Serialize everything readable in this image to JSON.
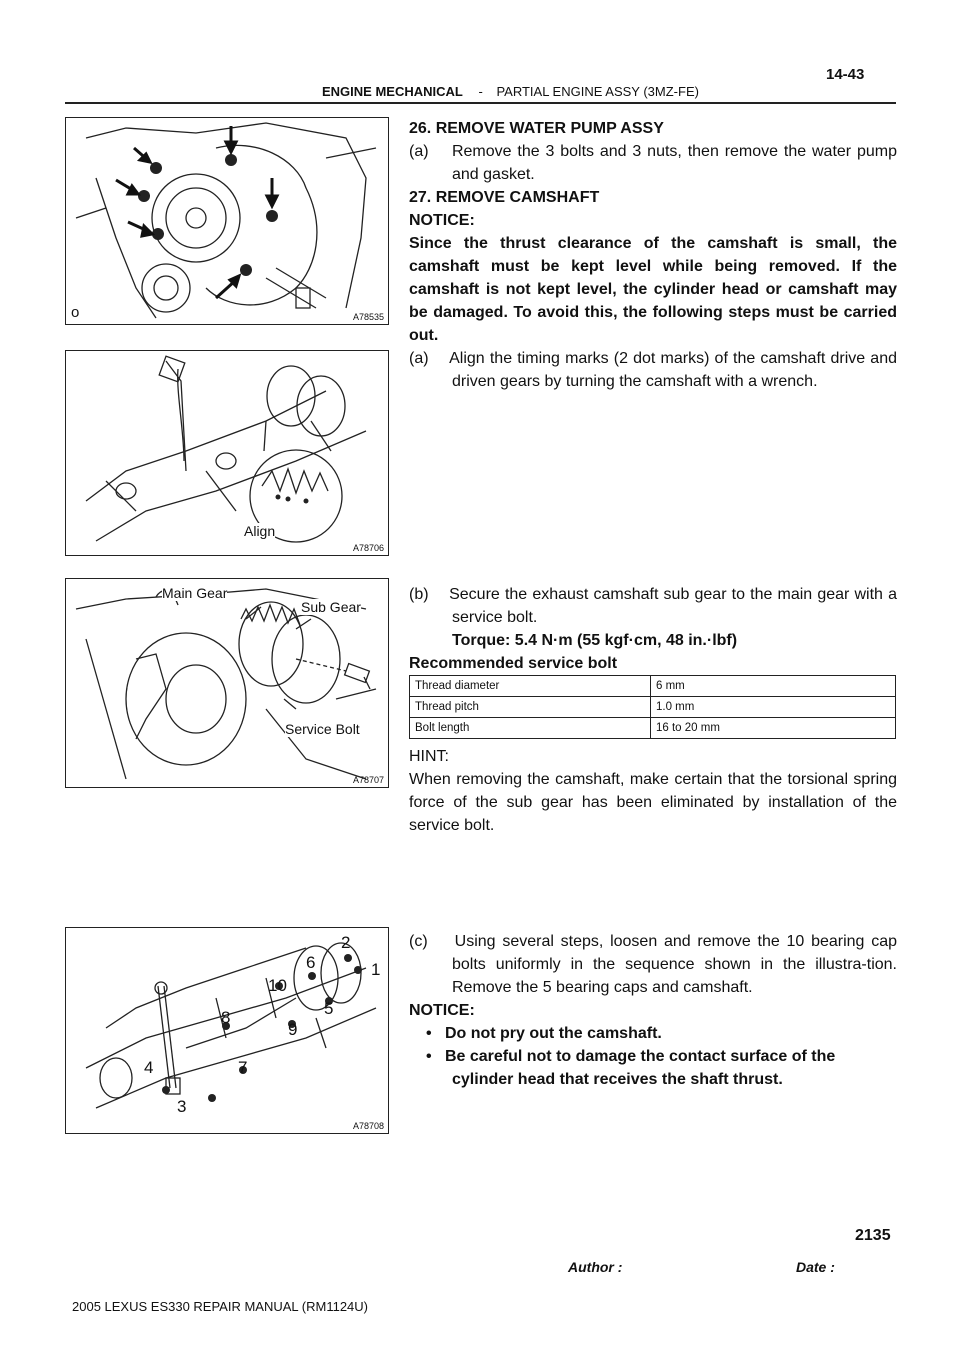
{
  "header": {
    "section": "ENGINE MECHANICAL",
    "dash": "-",
    "subsection": "PARTIAL ENGINE ASSY (3MZ-FE)",
    "page": "14-43"
  },
  "figures": [
    {
      "code": "A78535",
      "mark": "o"
    },
    {
      "code": "A78706",
      "labels": {
        "align": "Align"
      }
    },
    {
      "code": "A78707",
      "labels": {
        "main_gear": "Main Gear",
        "sub_gear": "Sub Gear",
        "service_bolt": "Service Bolt"
      }
    },
    {
      "code": "A78708",
      "numbers": [
        "1",
        "2",
        "3",
        "4",
        "5",
        "6",
        "7",
        "8",
        "9",
        "10"
      ]
    }
  ],
  "steps": {
    "s26_title": "26. REMOVE WATER PUMP ASSY",
    "s26_a": "(a)    Remove the 3 bolts and 3 nuts, then remove the water pump and gasket.",
    "s27_title": "27. REMOVE CAMSHAFT",
    "notice1_label": "NOTICE:",
    "notice1_text": "Since the thrust clearance of the camshaft is small, the camshaft must be kept level while being removed. If the camshaft is not kept level, the cylinder head or camshaft may be damaged. To avoid this, the following steps must be carried out.",
    "s27_a": "(a)    Align the timing marks (2 dot marks) of the camshaft drive and driven gears by turning the camshaft with a wrench.",
    "s27_b": "(b)    Secure the exhaust camshaft sub gear to the main gear with a service bolt.",
    "torque": "Torque: 5.4 N·m (55 kgf·cm, 48 in.·lbf)",
    "rec_title": "Recommended service bolt",
    "hint_label": "HINT:",
    "hint_text": "When removing the camshaft, make certain that the torsional spring force of the sub gear has been eliminated by installation of the service bolt.",
    "s27_c": "(c)    Using several steps, loosen and remove the 10 bearing cap bolts uniformly in the sequence shown in the illustra-tion. Remove the 5 bearing caps and camshaft.",
    "notice2_label": "NOTICE:",
    "bullet1": "•   Do not pry out the camshaft.",
    "bullet2": "•   Be careful not to damage the contact surface of the cylinder head that receives the shaft thrust."
  },
  "spec_table": [
    [
      "Thread diameter",
      "6 mm"
    ],
    [
      "Thread pitch",
      "1.0 mm"
    ],
    [
      "Bolt length",
      "16 to 20 mm"
    ]
  ],
  "footer": {
    "manual": "2005 LEXUS ES330 REPAIR MANUAL   (RM1124U)",
    "author": "Author :",
    "date": "Date :",
    "page_num": "2135"
  }
}
